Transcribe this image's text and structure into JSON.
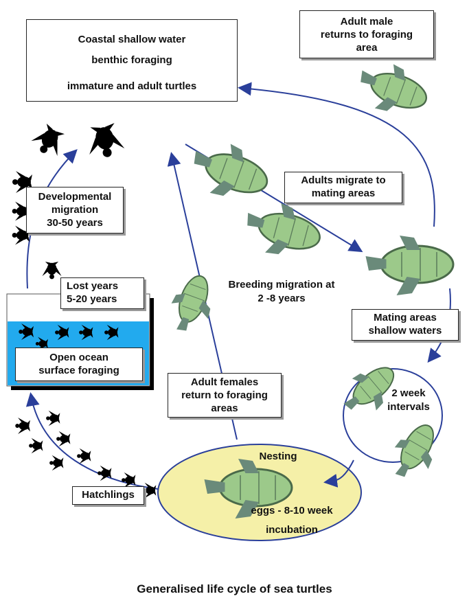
{
  "colors": {
    "arrow": "#2a3f9a",
    "ocean": "#22aaee",
    "nest": "#f5f0a8",
    "turtle": "#9cc98a"
  },
  "labels": {
    "coastal": [
      "Coastal shallow water",
      "benthic foraging",
      "immature and adult turtles"
    ],
    "adult_male": [
      "Adult male",
      "returns to foraging",
      "area"
    ],
    "developmental": [
      "Developmental",
      "migration",
      "30-50 years"
    ],
    "lost_years": [
      "Lost years",
      "5-20 years"
    ],
    "open_ocean": [
      "Open ocean",
      "surface foraging"
    ],
    "adults_migrate": [
      "Adults migrate to",
      "mating areas"
    ],
    "breeding": [
      "Breeding migration at",
      "2 -8 years"
    ],
    "mating": [
      "Mating areas",
      "shallow waters"
    ],
    "intervals": [
      "2 week",
      "intervals"
    ],
    "females": [
      "Adult females",
      "return to foraging",
      "areas"
    ],
    "nesting": "Nesting",
    "eggs": [
      "eggs - 8-10 week",
      "incubation"
    ],
    "hatchlings": "Hatchlings"
  },
  "caption": "Generalised life cycle of sea turtles"
}
